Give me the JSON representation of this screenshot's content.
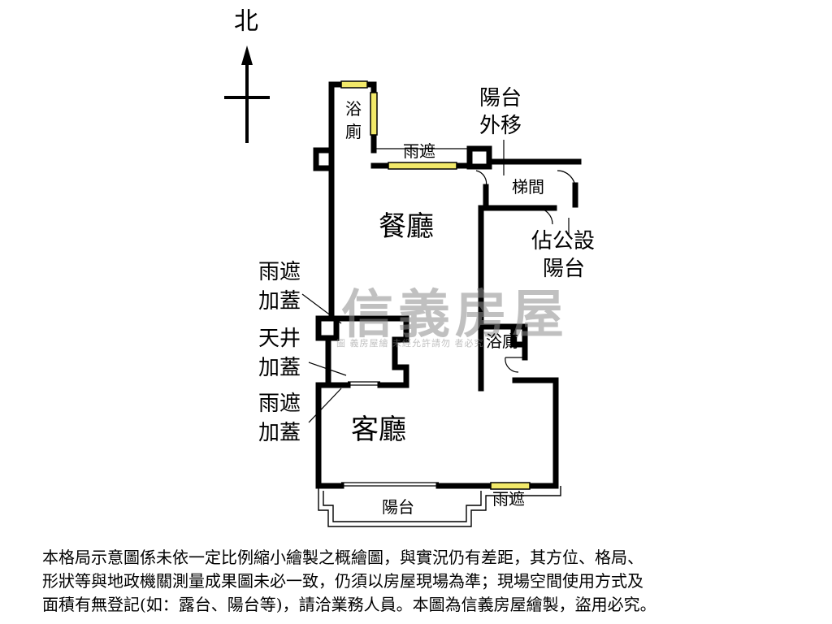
{
  "compass": {
    "north_label": "北"
  },
  "rooms": {
    "bath_north": "浴\n廁",
    "rain_cover_top": "雨遮",
    "dining": "餐廳",
    "stairwell": "梯間",
    "bath_mid": "浴廁",
    "living": "客廳",
    "balcony": "陽台",
    "rain_cover_bottom": "雨遮"
  },
  "annotations": {
    "balcony_moved_out_1": "陽台",
    "balcony_moved_out_2": "外移",
    "occupied_public_1": "佔公設",
    "occupied_public_2": "陽台",
    "rain_cover_added_1a": "雨遮",
    "rain_cover_added_1b": "加蓋",
    "skylight_1": "天井",
    "skylight_2": "加蓋",
    "rain_cover_added_2a": "雨遮",
    "rain_cover_added_2b": "加蓋"
  },
  "watermark": {
    "brand": "信義房屋",
    "notice": "圖 義房屋繪 未經允許請勿 者必究"
  },
  "disclaimer": [
    "本格局示意圖係未依一定比例縮小繪製之概繪圖，與實況仍有差距，其方位、格局、",
    "形狀等與地政機關測量成果圖未必一致，仍須以房屋現場為準；現場空間使用方式及",
    "面積有無登記(如：露台、陽台等)，請洽業務人員。本圖為信義房屋繪製，盜用必究。"
  ],
  "colors": {
    "window_fill": "#f2e96a",
    "wall": "#000000",
    "watermark": "#8e8e8e"
  }
}
